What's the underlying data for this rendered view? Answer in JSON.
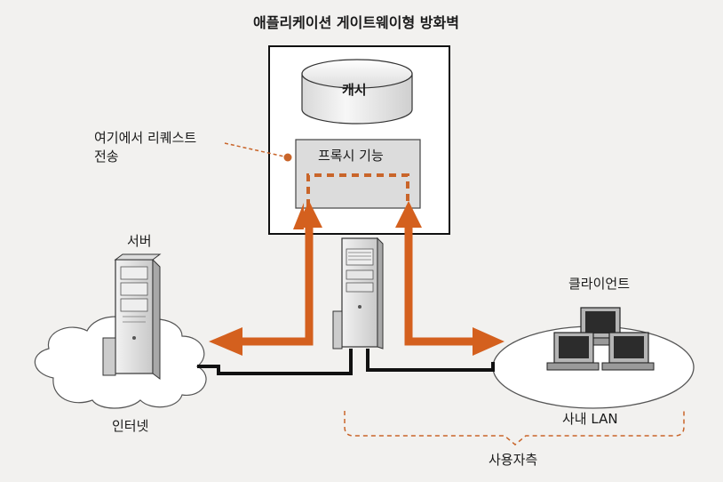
{
  "title": "애플리케이션 게이트웨이형 방화벽",
  "cache_label": "캐시",
  "proxy_label": "프록시 기능",
  "annotation": {
    "line1": "여기에서 리퀘스트",
    "line2": "전송"
  },
  "server_label": "서버",
  "internet_label": "인터넷",
  "client_label": "클라이언트",
  "lan_label": "사내 LAN",
  "user_side_label": "사용자측",
  "colors": {
    "arrow": "#d4601e",
    "dashed": "#c9652a",
    "proxy_fill": "#dcdcdc",
    "line": "#111111"
  }
}
